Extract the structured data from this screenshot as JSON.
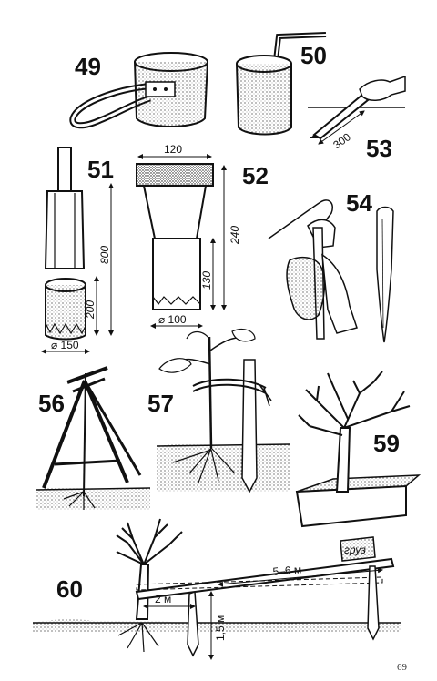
{
  "figures": [
    {
      "number": "49"
    },
    {
      "number": "50"
    },
    {
      "number": "51",
      "dimensions": [
        "800",
        "200",
        "⌀ 150"
      ]
    },
    {
      "number": "52",
      "dimensions": [
        "120",
        "240",
        "130",
        "⌀ 100"
      ]
    },
    {
      "number": "53",
      "dimensions": [
        "300"
      ]
    },
    {
      "number": "54"
    },
    {
      "number": "56"
    },
    {
      "number": "57"
    },
    {
      "number": "59"
    },
    {
      "number": "60",
      "dimensions": [
        "5–6 м",
        "2 м",
        "1,5 м"
      ],
      "labels": [
        "груз"
      ]
    }
  ],
  "page_number": "69"
}
